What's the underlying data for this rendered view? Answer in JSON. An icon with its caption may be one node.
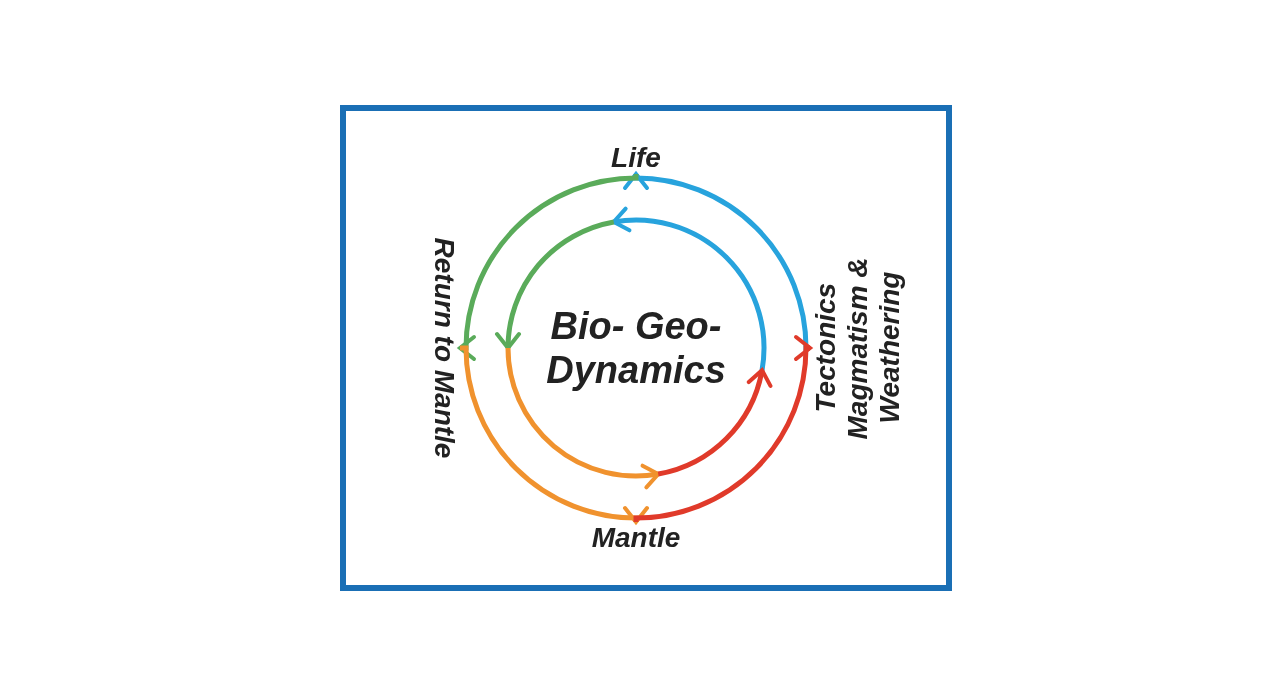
{
  "diagram": {
    "title": "Bio- Geo- Dynamics",
    "nodes": [
      {
        "text": [
          "Life"
        ]
      },
      {
        "text": [
          "Return to Mantle"
        ]
      },
      {
        "text": [
          "Mantle"
        ]
      },
      {
        "text": [
          "Tectonics Magmatism & Weathering"
        ]
      }
    ],
    "edges": [
      {
        "from": 3,
        "to": 0,
        "arrow": "to",
        "color": "#27a3dd"
      },
      {
        "from": 0,
        "to": 1,
        "arrow": "to",
        "color": "#5aab5a"
      },
      {
        "from": 1,
        "to": 2,
        "arrow": "to",
        "color": "#f0922e"
      },
      {
        "from": 2,
        "to": 3,
        "arrow": "to",
        "color": "#e03a2a"
      }
    ]
  }
}
